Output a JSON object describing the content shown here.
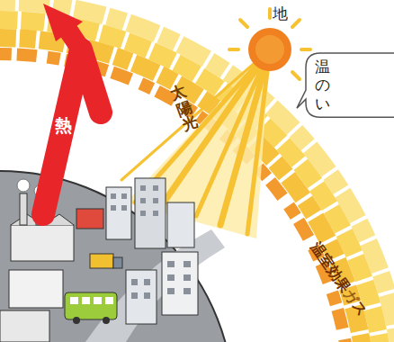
{
  "diagram": {
    "nodes": [
      {
        "text": [
          "温 の い"
        ]
      }
    ],
    "labels": [
      "地",
      "熱",
      "太陽光",
      "温室効果ガス"
    ]
  }
}
